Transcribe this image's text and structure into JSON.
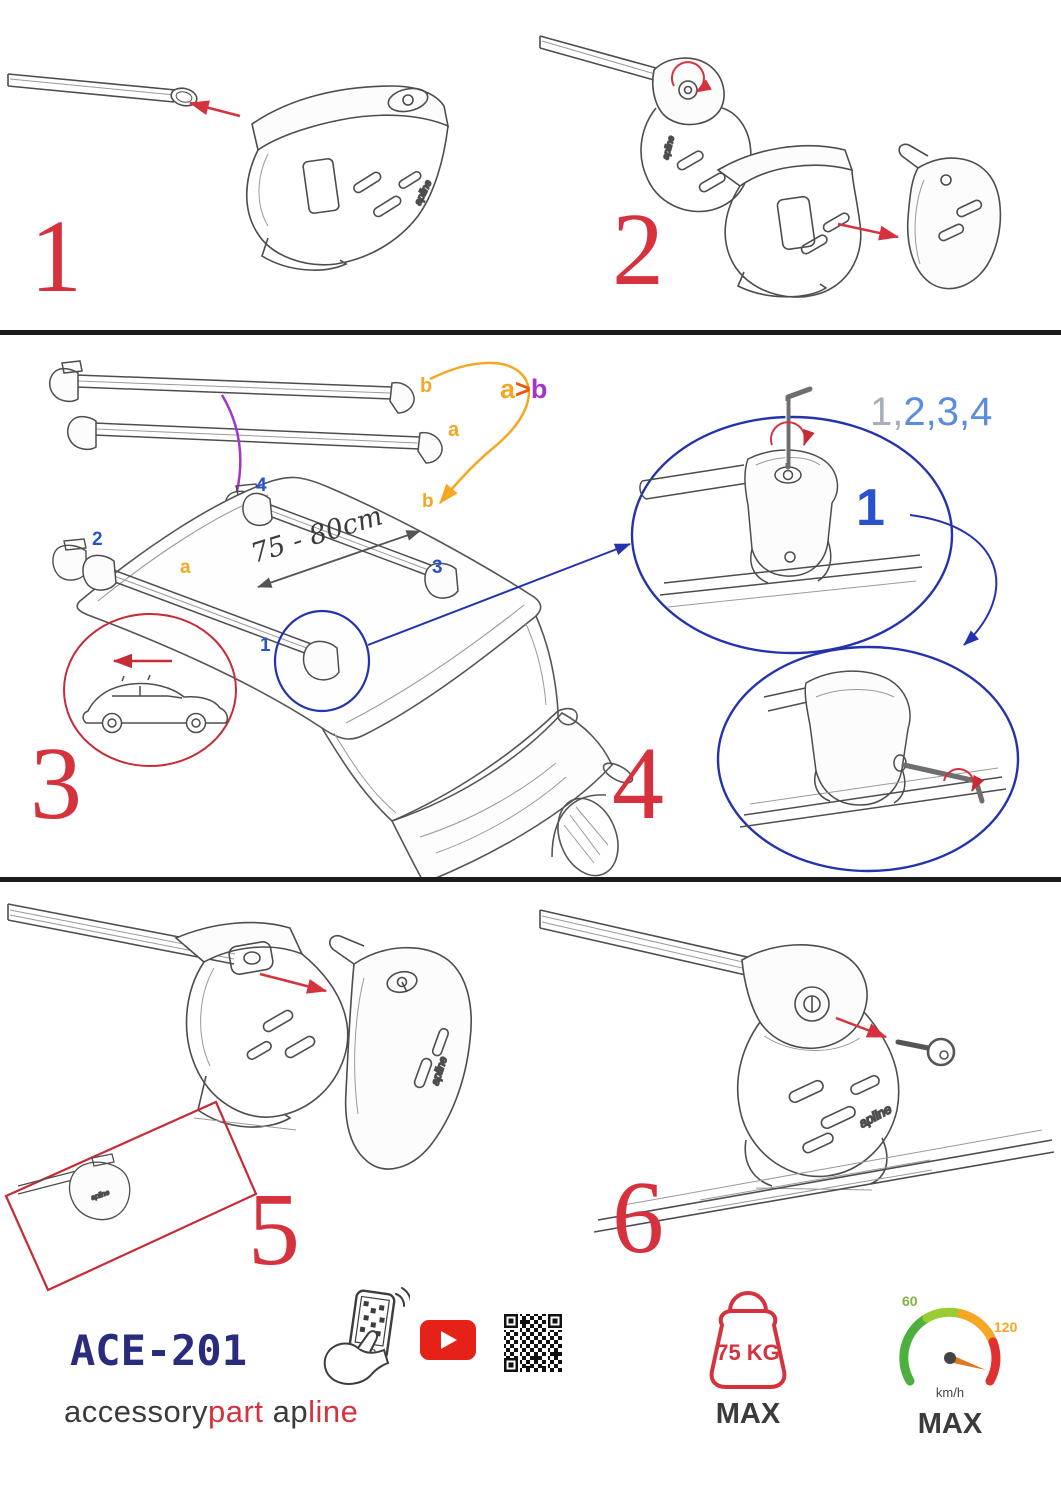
{
  "document": {
    "type": "installation-manual",
    "subject": "roof rack cross bar fitting steps"
  },
  "steps": [
    {
      "number": "1"
    },
    {
      "number": "2"
    },
    {
      "number": "3"
    },
    {
      "number": "4"
    },
    {
      "number": "5"
    },
    {
      "number": "6"
    }
  ],
  "fitting": {
    "bar_label_top": "b",
    "bar_label_bottom": "a",
    "compare_a": "a",
    "compare_gt": ">",
    "compare_b": "b",
    "order_gray": "1,",
    "order_blue": "2,3,4",
    "span_dimension": "75 - 80cm",
    "roof_label_a": "a",
    "roof_label_b": "b",
    "pos_1": "1",
    "pos_2": "2",
    "pos_3": "3",
    "pos_4": "4",
    "callout_number": "1"
  },
  "branding": {
    "model": "ACE-201",
    "name_part1": "accessory",
    "name_part2": "part",
    "name_part3": "ap",
    "name_part4": "line",
    "logo_text": "apline"
  },
  "limits": {
    "max_weight": "75 KG",
    "weight_caption": "MAX",
    "speed_caption": "MAX",
    "speed_unit": "km/h",
    "speed_tick_low": "60",
    "speed_tick_high": "120"
  },
  "colors": {
    "step_number_red": "#d6323e",
    "callout_blue": "#2433ad",
    "position_blue": "#2a52cc",
    "sequence_gray": "#a8aeb8",
    "sequence_blue": "#5b8ce0",
    "accent_orange": "#f5a623",
    "accent_purple": "#a335c8",
    "brand_navy": "#2b2b7e",
    "brand_red": "#d6323e",
    "youtube_red": "#e62117",
    "gauge_green": "#4caf3f",
    "gauge_lime": "#9acd32",
    "gauge_orange": "#f5a623",
    "gauge_red": "#e03131",
    "line_ink": "#4d4d4d"
  }
}
